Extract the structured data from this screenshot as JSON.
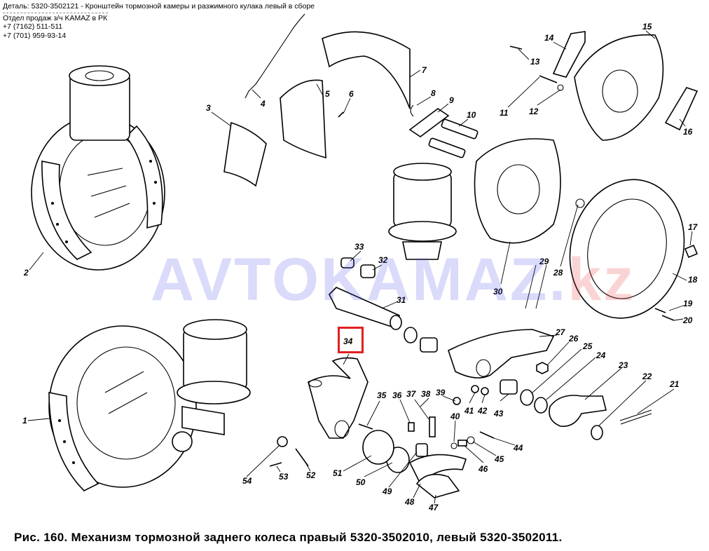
{
  "header": {
    "title": "Деталь: 5320-3502121 - Кронштейн тормозной камеры и разжимного кулака левый в сборе",
    "dept": "Отдел продаж з/ч KAMAZ в РК",
    "phone1": "+7 (7162) 511-511",
    "phone2": "+7 (701) 959-93-14"
  },
  "caption": "Рис. 160. Механизм тормозной заднего колеса правый 5320-3502010, левый 5320-3502011.",
  "watermark": {
    "main": "AVTOKAMAZ.",
    "accent": "kz"
  },
  "highlighted_part": "34",
  "colors": {
    "highlight": "#e02020",
    "watermark_blue": "#4646e6",
    "watermark_red": "#e63c3c"
  },
  "parts": [
    {
      "num": "1"
    },
    {
      "num": "2"
    },
    {
      "num": "3"
    },
    {
      "num": "4"
    },
    {
      "num": "5"
    },
    {
      "num": "6"
    },
    {
      "num": "7"
    },
    {
      "num": "8"
    },
    {
      "num": "9"
    },
    {
      "num": "10"
    },
    {
      "num": "11"
    },
    {
      "num": "12"
    },
    {
      "num": "13"
    },
    {
      "num": "14"
    },
    {
      "num": "15"
    },
    {
      "num": "16"
    },
    {
      "num": "17"
    },
    {
      "num": "18"
    },
    {
      "num": "19"
    },
    {
      "num": "20"
    },
    {
      "num": "21"
    },
    {
      "num": "22"
    },
    {
      "num": "23"
    },
    {
      "num": "24"
    },
    {
      "num": "25"
    },
    {
      "num": "26"
    },
    {
      "num": "27"
    },
    {
      "num": "28"
    },
    {
      "num": "29"
    },
    {
      "num": "30"
    },
    {
      "num": "31"
    },
    {
      "num": "32"
    },
    {
      "num": "33"
    },
    {
      "num": "34"
    },
    {
      "num": "35"
    },
    {
      "num": "36"
    },
    {
      "num": "37"
    },
    {
      "num": "38"
    },
    {
      "num": "39"
    },
    {
      "num": "40"
    },
    {
      "num": "41"
    },
    {
      "num": "42"
    },
    {
      "num": "43"
    },
    {
      "num": "44"
    },
    {
      "num": "45"
    },
    {
      "num": "46"
    },
    {
      "num": "47"
    },
    {
      "num": "48"
    },
    {
      "num": "49"
    },
    {
      "num": "50"
    },
    {
      "num": "51"
    },
    {
      "num": "52"
    },
    {
      "num": "53"
    },
    {
      "num": "54"
    }
  ]
}
